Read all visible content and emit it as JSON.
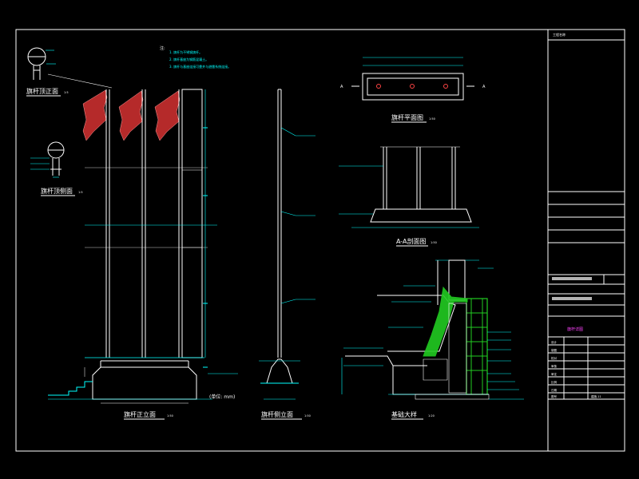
{
  "drawing": {
    "notes": {
      "header": "注:",
      "lines": [
        "1. 旗杆为不锈钢旗杆。",
        "2. 旗杆基座为钢筋混凝土。",
        "3. 旗杆与基座连接可靠并与避雷系统连接。"
      ]
    },
    "views": {
      "top_ball_front": "旗杆顶正面",
      "top_ball_side": "旗杆顶侧面",
      "elevation": "旗杆正立面",
      "side_elevation": "旗杆侧立面",
      "plan": "旗杆平面图",
      "section_aa": "A-A剖面图",
      "foundation_detail": "基础大样"
    },
    "scales": {
      "elevation": "1:50",
      "side_elevation": "1:50",
      "plan": "1:50",
      "section_aa": "1:50",
      "foundation_detail": "1:20",
      "top_ball_front": "1:5",
      "top_ball_side": "1:5"
    },
    "unit_note": "(单位: mm)",
    "section_marker": "A"
  },
  "title_block": {
    "project_label": "工程名称",
    "sheet_title": "旗杆详图",
    "rows": [
      "设计",
      "制图",
      "校对",
      "审核",
      "审定",
      "比例",
      "日期",
      "图号"
    ],
    "number": "建施-11"
  },
  "colors": {
    "background": "#000000",
    "frame": "#ffffff",
    "flag": "#b52a2a",
    "dimension": "#00ffff",
    "green_hatch": "#22cc22",
    "magenta": "#ff44ff"
  }
}
